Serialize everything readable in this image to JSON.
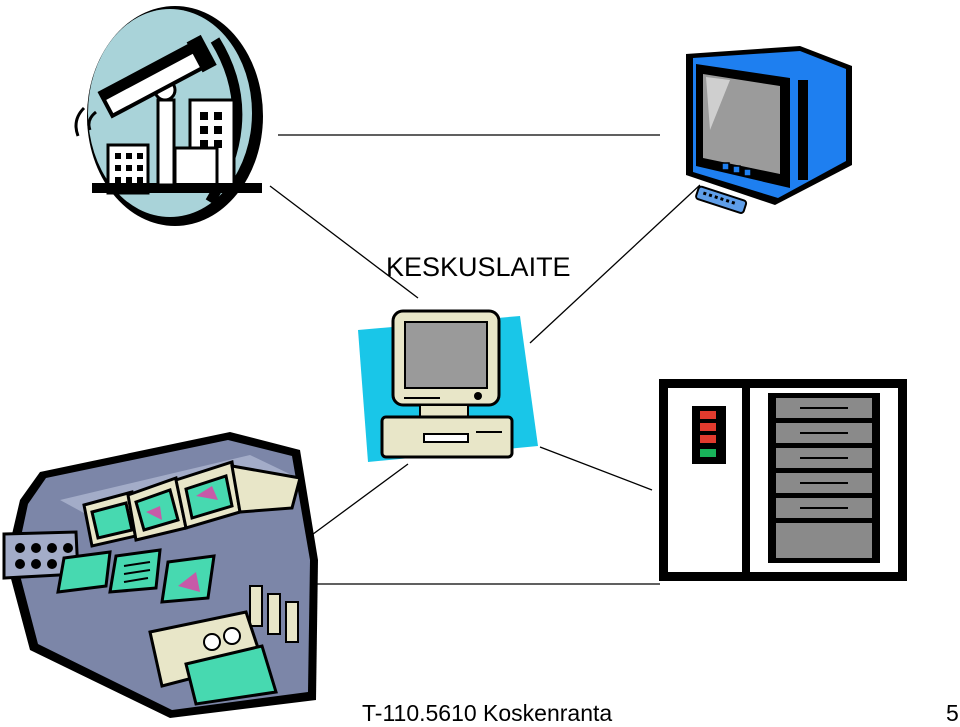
{
  "diagram": {
    "center_label": "KESKUSLAITE"
  },
  "footer": {
    "text": "T-110.5610 Koskenranta",
    "page_number": "5"
  },
  "icons": {
    "center": "desktop-computer-icon",
    "top_left": "surveillance-camera-icon",
    "top_right": "tv-monitor-icon",
    "bottom_left": "control-console-icon",
    "bottom_right": "server-rack-icon"
  },
  "colors": {
    "cyan": "#19c6e8",
    "blue": "#1a73e8",
    "teal": "#47d9b0",
    "console_slate": "#7c86a8"
  }
}
